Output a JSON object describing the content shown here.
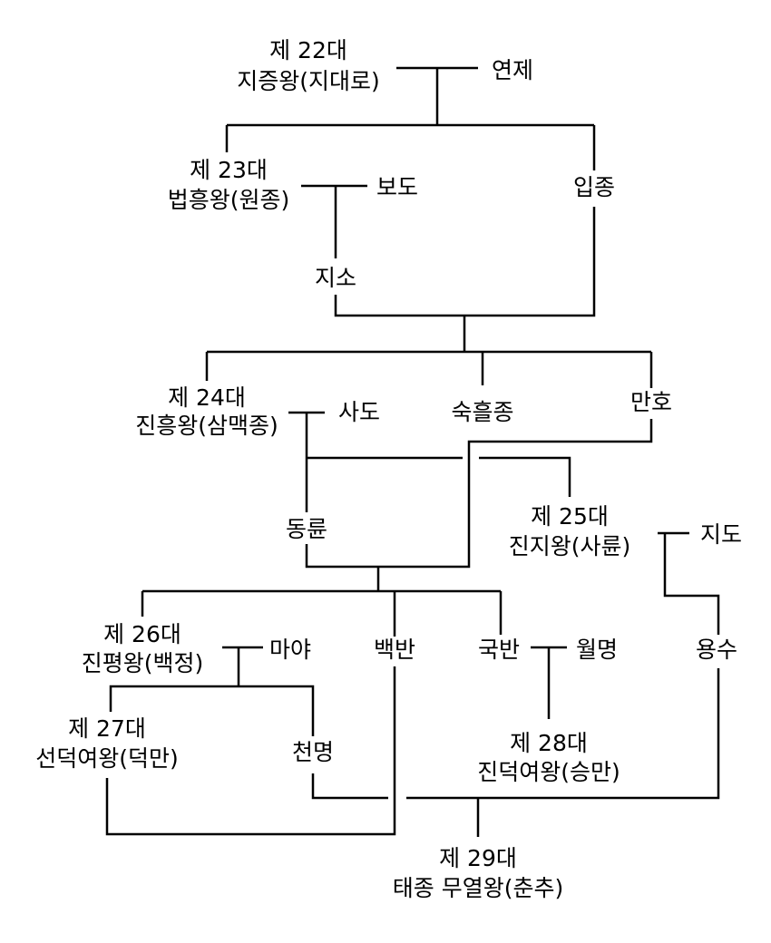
{
  "title": "Silla royal family tree",
  "colors": {
    "line": "#000000",
    "background": "#ffffff"
  },
  "nodes": {
    "k22": {
      "ordinal": "제 22대",
      "name": "지증왕(지대로)"
    },
    "yeonje": "연제",
    "k23": {
      "ordinal": "제 23대",
      "name": "법흥왕(원종)"
    },
    "bodo": "보도",
    "ipjong": "입종",
    "jiso": "지소",
    "k24": {
      "ordinal": "제 24대",
      "name": "진흥왕(삼맥종)"
    },
    "sado": "사도",
    "sukheuljong": "숙흘종",
    "manho": "만호",
    "dongryun": "동륜",
    "k25": {
      "ordinal": "제 25대",
      "name": "진지왕(사륜)"
    },
    "jido": "지도",
    "k26": {
      "ordinal": "제 26대",
      "name": "진평왕(백정)"
    },
    "maya": "마야",
    "baekban": "백반",
    "gukban": "국반",
    "wolmyeong": "월명",
    "yongsu": "용수",
    "k27": {
      "ordinal": "제 27대",
      "name": "선덕여왕(덕만)"
    },
    "cheonmyeong": "천명",
    "k28": {
      "ordinal": "제 28대",
      "name": "진덕여왕(승만)"
    },
    "k29": {
      "ordinal": "제 29대",
      "name": "태종 무열왕(춘추)"
    }
  }
}
